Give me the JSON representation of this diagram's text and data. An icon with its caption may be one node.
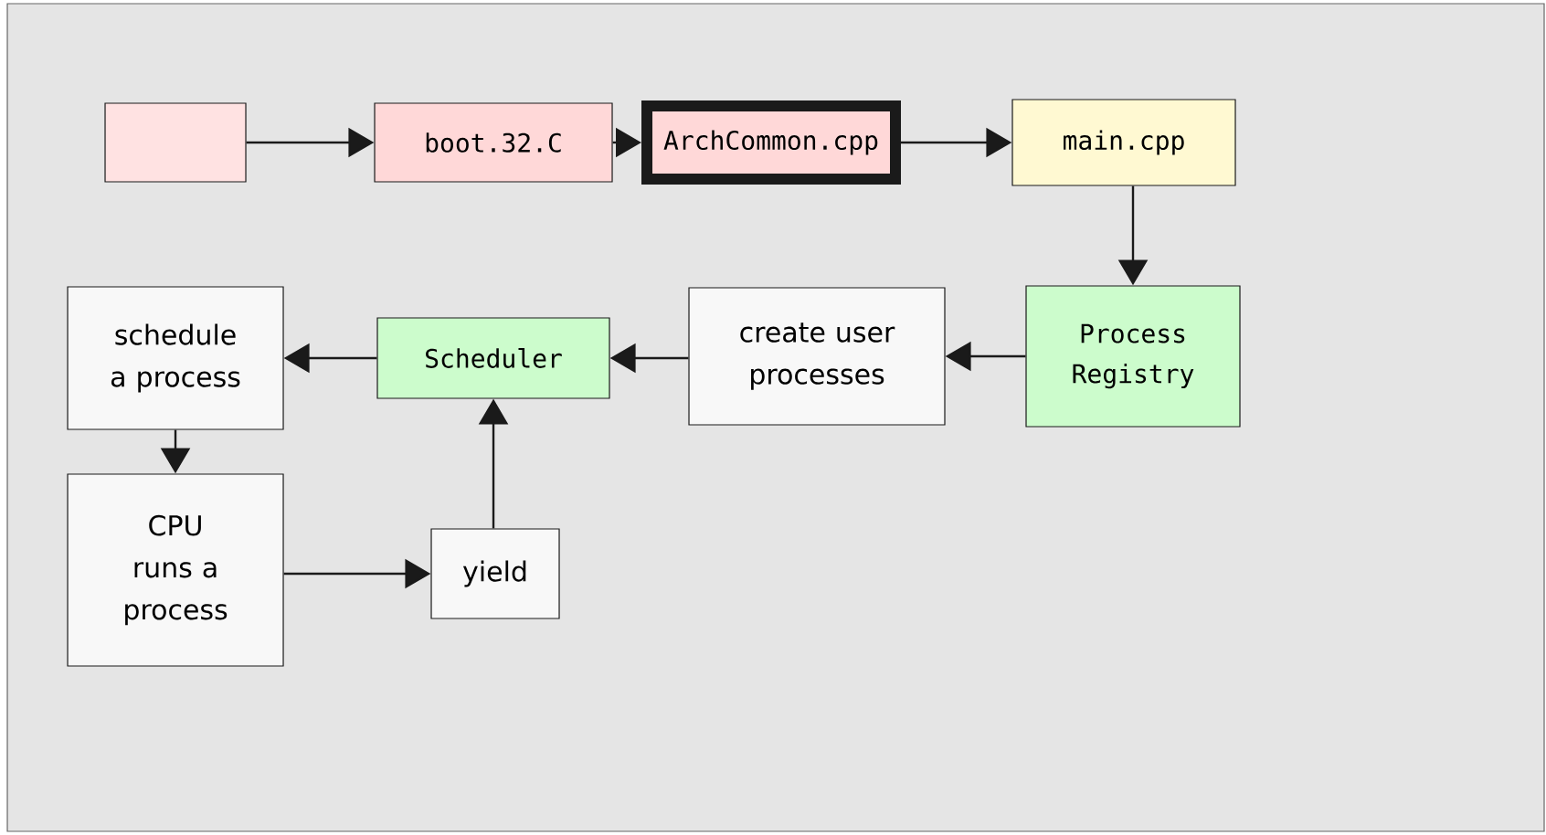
{
  "diagram": {
    "nodes": [
      {
        "text": [],
        "shape": "box"
      },
      {
        "text": [
          "boot.32.C"
        ]
      },
      {
        "text": [
          "ArchCommon.cpp"
        ]
      },
      {
        "text": [
          "main.cpp"
        ]
      },
      {
        "text": [
          "Process Registry"
        ]
      },
      {
        "text": [
          "create user processes"
        ]
      },
      {
        "text": [
          "Scheduler"
        ]
      },
      {
        "text": [
          "schedule a process"
        ]
      },
      {
        "text": [
          "CPU runs a process"
        ]
      },
      {
        "text": [
          "yield"
        ]
      }
    ],
    "edges": [
      {
        "from": 0,
        "to": 1,
        "arrow": "to"
      },
      {
        "from": 1,
        "to": 2,
        "arrow": "to"
      },
      {
        "from": 2,
        "to": 3,
        "arrow": "to"
      },
      {
        "from": 3,
        "to": 4,
        "arrow": "to"
      },
      {
        "from": 4,
        "to": 5,
        "arrow": "to"
      },
      {
        "from": 5,
        "to": 6,
        "arrow": "to"
      },
      {
        "from": 6,
        "to": 7,
        "arrow": "to"
      },
      {
        "from": 7,
        "to": 8,
        "arrow": "to"
      },
      {
        "from": 8,
        "to": 9,
        "arrow": "to"
      },
      {
        "from": 9,
        "to": 6,
        "arrow": "to"
      }
    ]
  }
}
